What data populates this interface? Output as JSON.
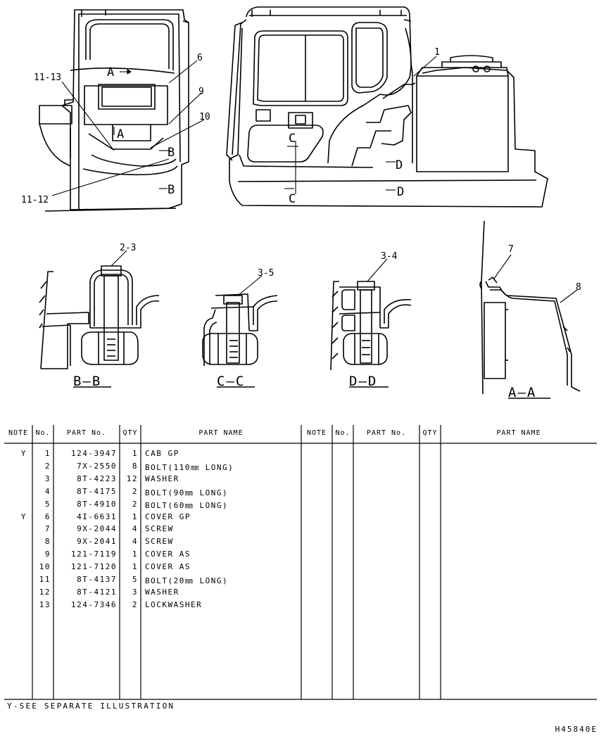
{
  "figure": {
    "callouts": {
      "c1": "1",
      "c6": "6",
      "c9": "9",
      "c10": "10",
      "c11_13": "11-13",
      "c11_12": "11-12",
      "c2_3": "2-3",
      "c3_5": "3-5",
      "c3_4": "3-4",
      "c7": "7",
      "c8": "8"
    },
    "view_markers": {
      "a_top": "A",
      "a_mid": "A",
      "b_top": "B",
      "b_bottom": "B",
      "c_top": "C",
      "c_bottom": "C",
      "d_top": "D",
      "d_bottom": "D"
    },
    "section_labels": {
      "bb": "B—B",
      "cc": "C—C",
      "dd": "D—D",
      "aa": "A—A"
    }
  },
  "table": {
    "headers": {
      "note": "NOTE",
      "no": "No.",
      "part_no": "PART  No.",
      "qty": "QTY",
      "part_name": "PART  NAME"
    },
    "rows": [
      {
        "note": "Y",
        "no": "1",
        "part_no": "124-3947",
        "qty": "1",
        "name": "CAB GP"
      },
      {
        "note": "",
        "no": "2",
        "part_no": "7X-2550",
        "qty": "8",
        "name": "BOLT(110㎜ LONG)"
      },
      {
        "note": "",
        "no": "3",
        "part_no": "8T-4223",
        "qty": "12",
        "name": "WASHER"
      },
      {
        "note": "",
        "no": "4",
        "part_no": "8T-4175",
        "qty": "2",
        "name": "BOLT(90㎜ LONG)"
      },
      {
        "note": "",
        "no": "5",
        "part_no": "8T-4910",
        "qty": "2",
        "name": "BOLT(60㎜ LONG)"
      },
      {
        "note": "Y",
        "no": "6",
        "part_no": "4I-6631",
        "qty": "1",
        "name": "COVER GP"
      },
      {
        "note": "",
        "no": "7",
        "part_no": "9X-2044",
        "qty": "4",
        "name": "SCREW"
      },
      {
        "note": "",
        "no": "8",
        "part_no": "9X-2041",
        "qty": "4",
        "name": "SCREW"
      },
      {
        "note": "",
        "no": "9",
        "part_no": "121-7119",
        "qty": "1",
        "name": "COVER AS"
      },
      {
        "note": "",
        "no": "10",
        "part_no": "121-7120",
        "qty": "1",
        "name": "COVER AS"
      },
      {
        "note": "",
        "no": "11",
        "part_no": "8T-4137",
        "qty": "5",
        "name": "BOLT(20㎜ LONG)"
      },
      {
        "note": "",
        "no": "12",
        "part_no": "8T-4121",
        "qty": "3",
        "name": "WASHER"
      },
      {
        "note": "",
        "no": "13",
        "part_no": "124-7346",
        "qty": "2",
        "name": "LOCKWASHER"
      }
    ]
  },
  "footnote": "Y-SEE SEPARATE ILLUSTRATION",
  "illustration_id": "H45840E"
}
